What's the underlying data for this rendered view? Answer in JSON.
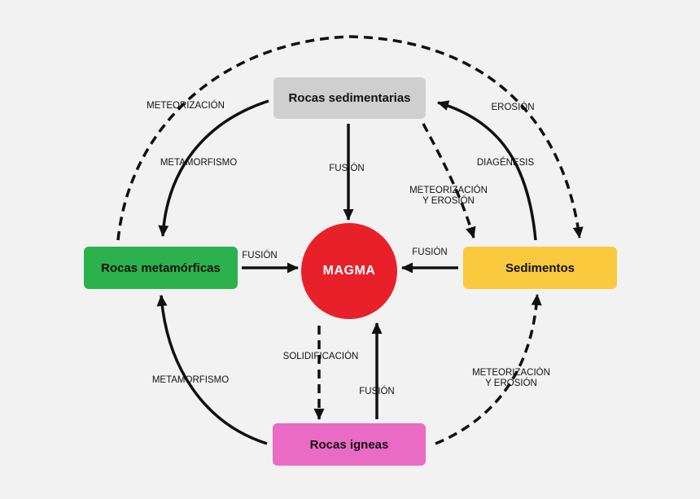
{
  "nodes": {
    "sedimentary_rocks": {
      "label": "Rocas sedimentarias",
      "color": "#cfcfcf"
    },
    "metamorphic_rocks": {
      "label": "Rocas metamórficas",
      "color": "#2bb24c"
    },
    "sediments": {
      "label": "Sedimentos",
      "color": "#fbc93d"
    },
    "igneous_rocks": {
      "label": "Rocas igneas",
      "color": "#e96bc4"
    },
    "magma": {
      "label": "MAGMA",
      "color": "#e8202a",
      "text_color": "#ffffff"
    }
  },
  "labels": {
    "top_left_outer": "METEORIZACIÓN",
    "top_left_inner": "METAMORFISMO",
    "fusion_top": "FUSIÓN",
    "top_right_outer": "EROSIÓN",
    "top_right_inner": "DIAGÉNESIS",
    "mid_right_inner_line1": "METEORIZACIÓN",
    "mid_right_inner_line2": "Y EROSIÓN",
    "fusion_left": "FUSIÓN",
    "fusion_right": "FUSIÓN",
    "solidification": "SOLIDIFICACIÓN",
    "fusion_bottom": "FUSIÓN",
    "bottom_left": "METAMORFISMO",
    "bottom_right_line1": "METEORIZACIÓN",
    "bottom_right_line2": "Y EROSIÓN"
  }
}
